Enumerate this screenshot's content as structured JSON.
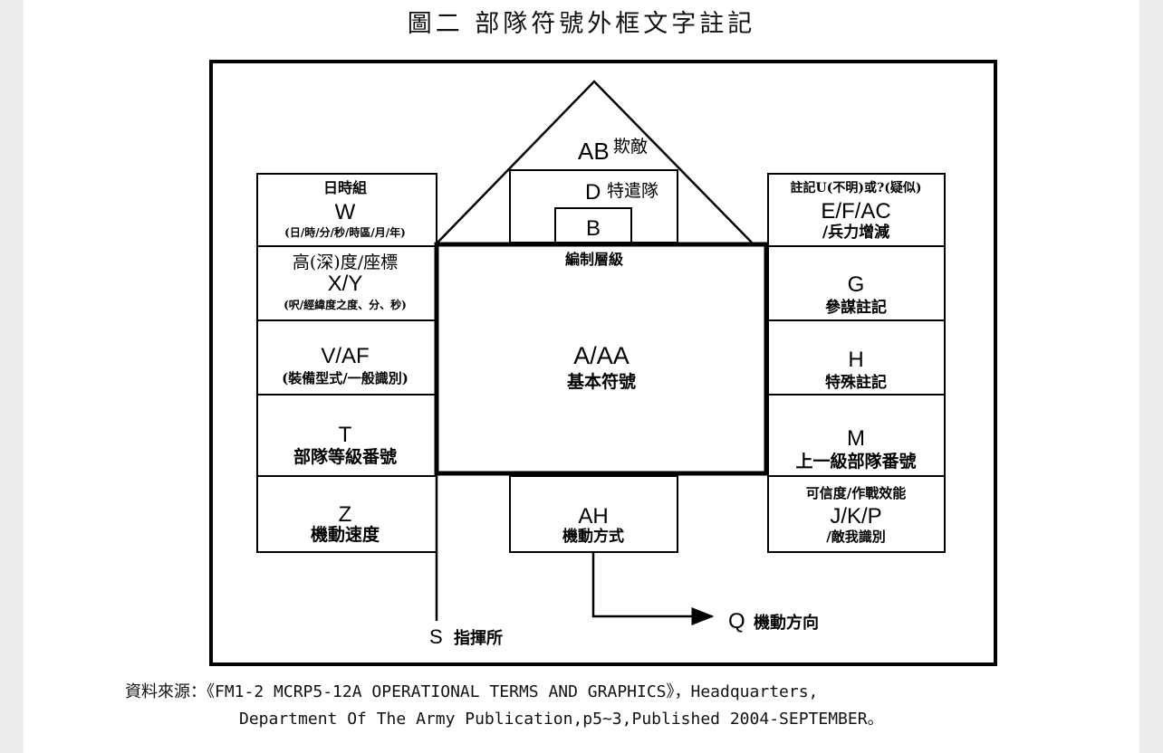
{
  "title": "圖二 部隊符號外框文字註記",
  "house": {
    "ab_code": "AB",
    "ab_label": "欺敵",
    "d_code": "D",
    "d_label": "特遣隊",
    "b_code": "B",
    "echelon_label": "編制層級"
  },
  "center": {
    "code": "A/AA",
    "label": "基本符號"
  },
  "left_boxes": [
    {
      "top": "日時組",
      "code": "W",
      "bottom": "(日/時/分/秒/時區/月/年)"
    },
    {
      "top": "高(深)度/座標",
      "code": "X/Y",
      "bottom": "(呎/經緯度之度、分、秒)"
    },
    {
      "top": "",
      "code": "V/AF",
      "bottom": "(裝備型式/一般識別)"
    },
    {
      "top": "",
      "code": "T",
      "bottom": "部隊等級番號"
    },
    {
      "top": "",
      "code": "Z",
      "bottom": "機動速度"
    }
  ],
  "right_boxes": [
    {
      "top": "註記U(不明)或?(疑似)",
      "code": "E/F/AC",
      "bottom": "/兵力增減"
    },
    {
      "top": "",
      "code": "G",
      "bottom": "參謀註記"
    },
    {
      "top": "",
      "code": "H",
      "bottom": "特殊註記"
    },
    {
      "top": "",
      "code": "M",
      "bottom": "上一級部隊番號"
    },
    {
      "top": "可信度/作戰效能",
      "code": "J/K/P",
      "bottom": "/敵我識別"
    }
  ],
  "bottom_box": {
    "code": "AH",
    "label": "機動方式"
  },
  "staff": {
    "code": "S",
    "label": "指揮所"
  },
  "direction": {
    "code": "Q",
    "label": "機動方向"
  },
  "source_line1": "資料來源：《FM1-2 MCRP5-12A OPERATIONAL TERMS AND GRAPHICS》，Headquarters,",
  "source_line2": "Department Of The Army Publication,p5~3,Published 2004-SEPTEMBER。"
}
